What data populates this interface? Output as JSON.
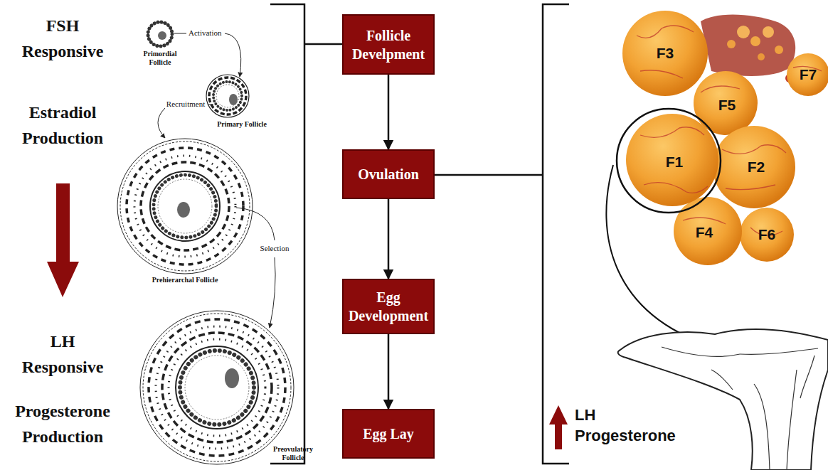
{
  "diagram": {
    "nodes": [
      {
        "text": [
          "Follicle Develpment"
        ]
      },
      {
        "text": [
          "Ovulation"
        ]
      },
      {
        "text": [
          "Egg Development"
        ]
      },
      {
        "text": [
          "Egg Lay"
        ]
      }
    ],
    "edges": [
      {
        "from": 0,
        "to": 1,
        "arrow": "to"
      },
      {
        "from": 1,
        "to": 2,
        "arrow": "to"
      },
      {
        "from": 2,
        "to": 3,
        "arrow": "to"
      }
    ],
    "labels": [
      "FSH Responsive",
      "Estradiol Production",
      "LH Responsive",
      "Progesterone Production",
      "Activation",
      "Recruitment",
      "Selection",
      "Primordial Follicle",
      "Primary Follicle",
      "Prehierarchal Follicle",
      "Preovulatory Follicle",
      "F3",
      "F5",
      "F7",
      "F1",
      "F2",
      "F4",
      "F6",
      "LH Progesterone"
    ]
  }
}
